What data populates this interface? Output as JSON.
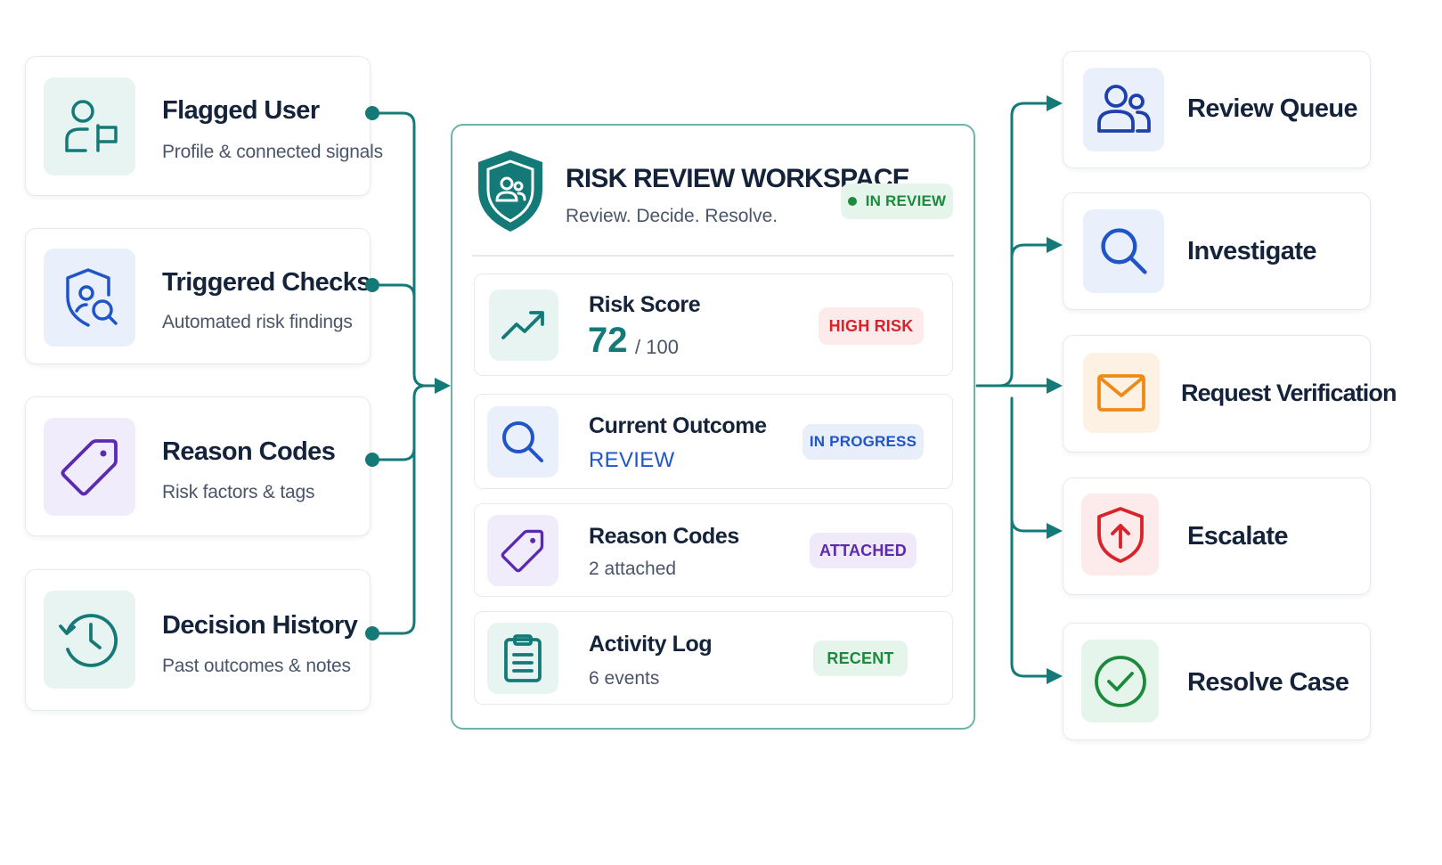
{
  "colors": {
    "accent": "#137a78",
    "text": "#15233a",
    "muted": "#4a5568",
    "high_risk": "#d8232a",
    "in_progress": "#1f55c8",
    "attached": "#5b2ab0",
    "recent": "#1c8a3c"
  },
  "inputs": [
    {
      "title": "Flagged User",
      "subtitle": "Profile & connected signals",
      "icon": "user-flag-icon"
    },
    {
      "title": "Triggered Checks",
      "subtitle": "Automated risk findings",
      "icon": "shield-search-icon"
    },
    {
      "title": "Reason Codes",
      "subtitle": "Risk factors & tags",
      "icon": "tag-icon"
    },
    {
      "title": "Decision History",
      "subtitle": "Past outcomes & notes",
      "icon": "history-clock-icon"
    }
  ],
  "workspace": {
    "title": "RISK REVIEW WORKSPACE",
    "subtitle": "Review. Decide. Resolve.",
    "status": "IN REVIEW",
    "icon": "shield-users-icon",
    "rows": [
      {
        "title": "Risk Score",
        "value": "72",
        "value_suffix": "/ 100",
        "badge": "HIGH RISK",
        "icon": "trend-up-icon"
      },
      {
        "title": "Current Outcome",
        "value": "REVIEW",
        "badge": "IN PROGRESS",
        "icon": "search-icon"
      },
      {
        "title": "Reason Codes",
        "value": "2 attached",
        "badge": "ATTACHED",
        "icon": "tag-icon"
      },
      {
        "title": "Activity Log",
        "value": "6 events",
        "badge": "RECENT",
        "icon": "clipboard-icon"
      }
    ]
  },
  "actions": [
    {
      "label": "Review Queue",
      "icon": "users-icon"
    },
    {
      "label": "Investigate",
      "icon": "search-icon"
    },
    {
      "label": "Request Verification",
      "icon": "mail-icon"
    },
    {
      "label": "Escalate",
      "icon": "shield-arrow-up-icon"
    },
    {
      "label": "Resolve Case",
      "icon": "check-circle-icon"
    }
  ]
}
